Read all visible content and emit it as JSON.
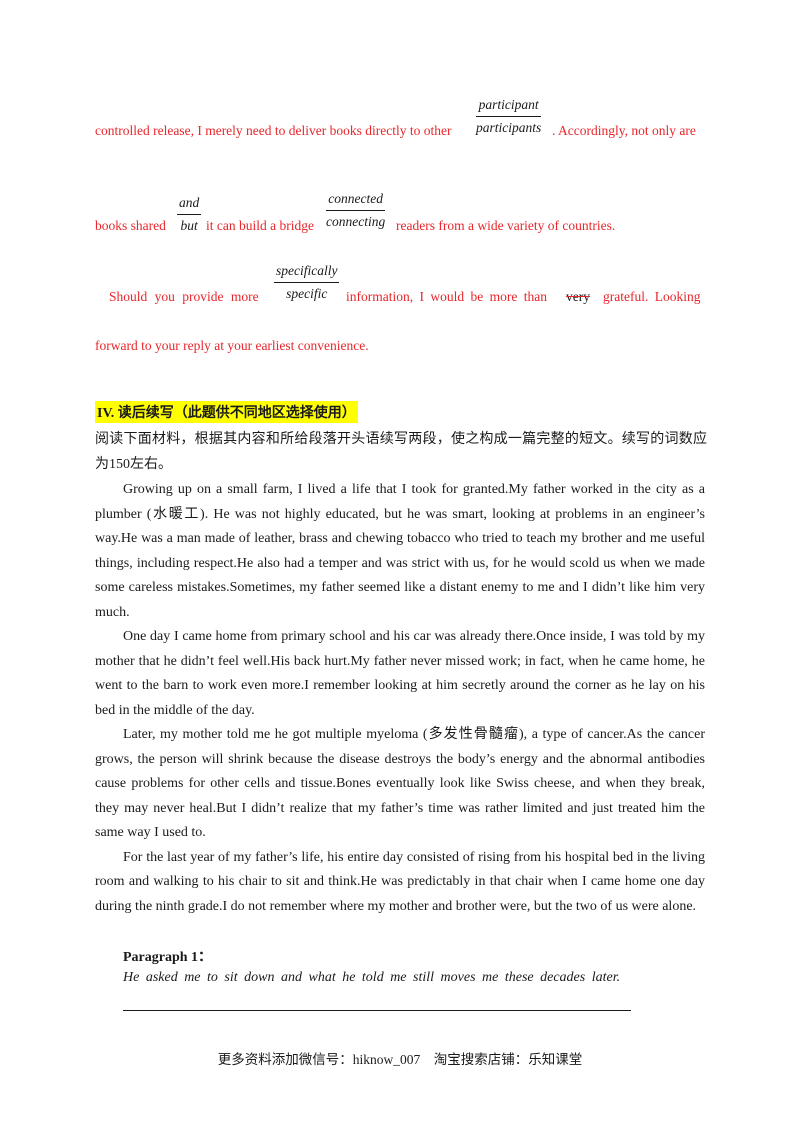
{
  "letter": {
    "line1": {
      "text_before": "controlled release, I merely need to deliver books directly to other",
      "correction_top": "participant",
      "correction_bottom": "participants",
      "text_after": ". Accordingly, not only are"
    },
    "line2": {
      "text_start": "books shared",
      "correction1_top": "and",
      "correction1_bottom": "but",
      "text_mid": "it can build a bridge",
      "correction2_top": "connected",
      "correction2_bottom": "connecting",
      "text_end": "readers from a wide variety of countries."
    },
    "line3": {
      "text_start": "Should you provide more",
      "correction_top": "specifically",
      "correction_bottom": "specific",
      "text_mid": "information, I would be more than",
      "struck_word": "very",
      "text_end": "grateful. Looking"
    },
    "line4": "forward to your reply at your earliest convenience."
  },
  "section": {
    "heading": "IV. 读后续写（此题供不同地区选择使用）",
    "instruction": "阅读下面材料，根据其内容和所给段落开头语续写两段，使之构成一篇完整的短文。续写的词数应为150左右。"
  },
  "passage": [
    "Growing up on a small farm, I lived a life that I took for granted.My father worked in the city as a plumber (水暖工). He was not highly educated, but he was smart, looking at problems in an engineer’s way.He was a man made of leather, brass and chewing tobacco who tried to teach my brother and me useful things, including respect.He also had a temper and was strict with us, for he would scold us when we made some careless mistakes.Sometimes, my father seemed like a distant enemy to me and I didn’t like him very much.",
    "One day I came home from primary school and his car was already there.Once inside, I was told by my mother that he didn’t feel well.His back hurt.My father never missed work; in fact, when he came home, he went to the barn to work even more.I remember looking at him secretly around the corner as he lay on his bed in the middle of the day.",
    "Later, my mother told me he got multiple myeloma (多发性骨髓瘤), a type of cancer.As the cancer grows, the person will shrink because the disease destroys the body’s energy and the abnormal antibodies cause problems for other cells and tissue.Bones eventually look like Swiss cheese, and when they break, they may never heal.But I didn’t realize that my father’s time was rather limited and just treated him the same way I used to.",
    "For the last year of my father’s life, his entire day consisted of rising from his hospital bed in the living room and walking to his chair to sit and think.He was predictably in that chair when I came home one day during the ninth grade.I do not remember where my mother and brother were, but the two of us were alone."
  ],
  "continuation": {
    "label": "Paragraph 1：",
    "prompt": "He asked me to sit down and what he told me still moves me these decades later."
  },
  "footer": "更多资料添加微信号：hiknow_007　淘宝搜索店铺：乐知课堂",
  "colors": {
    "correction_text": "#e8262b",
    "highlight": "#ffff00"
  }
}
